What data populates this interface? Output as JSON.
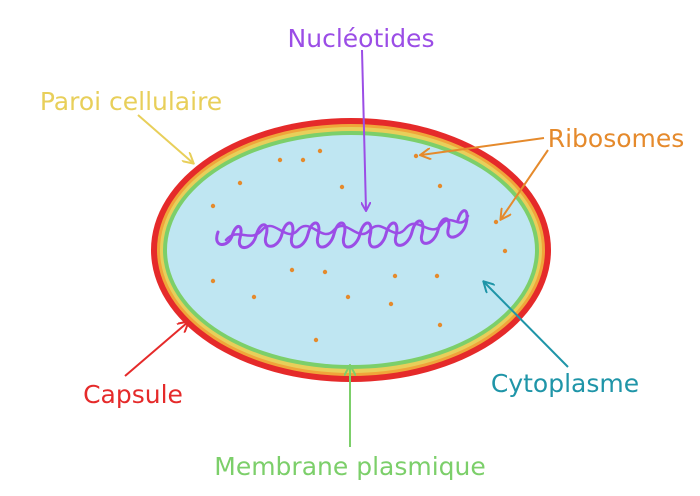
{
  "labels": {
    "nucleotides": "Nucléotides",
    "wall": "Paroi cellulaire",
    "ribosomes": "Ribosomes",
    "capsule": "Capsule",
    "cytoplasm": "Cytoplasme",
    "membrane": "Membrane plasmique"
  },
  "colors": {
    "nucleotides": "#9b4de6",
    "wall": "#e8cf5a",
    "ribosomes": "#e58a2c",
    "capsule": "#e52a2a",
    "cytoplasm": "#1f95a8",
    "membrane": "#7ccf6a",
    "cytoplasm_fill": "#bfe6f2"
  }
}
